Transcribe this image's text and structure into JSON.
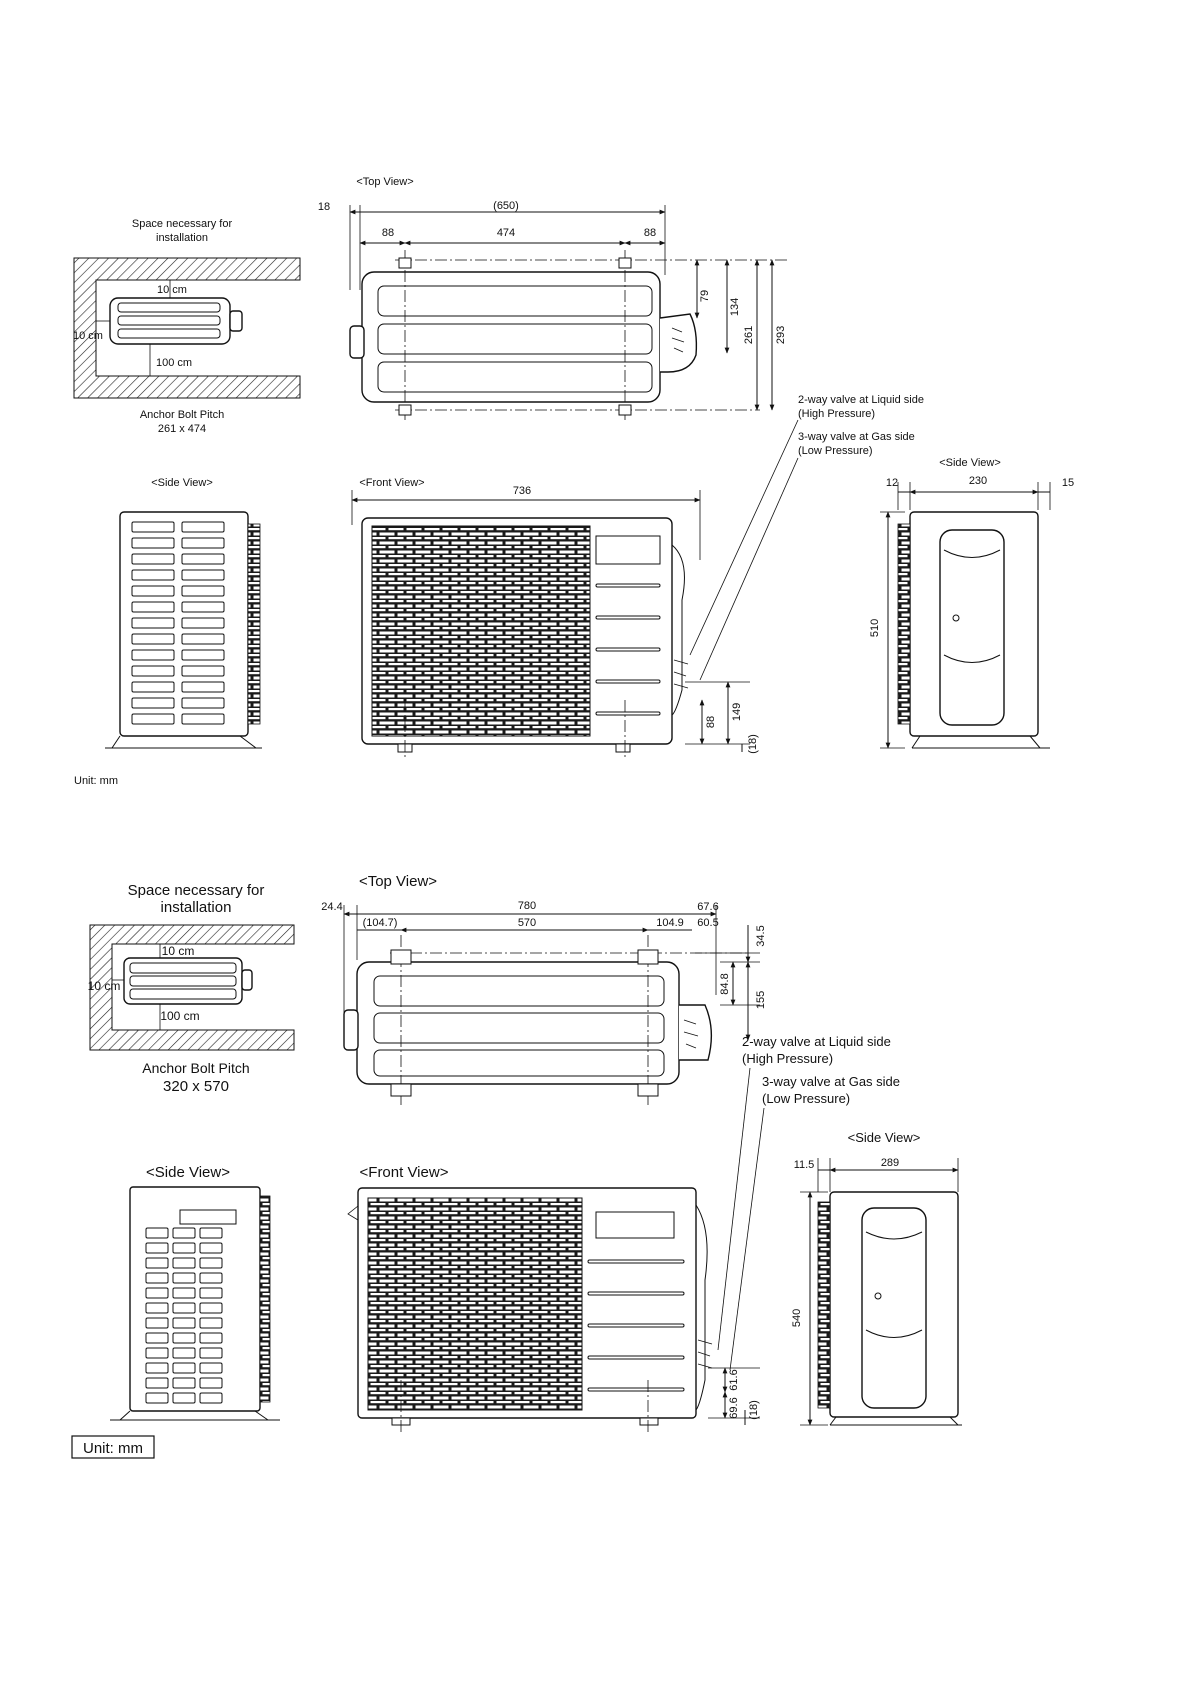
{
  "diagram1": {
    "install": {
      "title_line1": "Space necessary for",
      "title_line2": "installation",
      "top_clearance": "10 cm",
      "left_clearance": "10 cm",
      "rear_clearance": "100 cm",
      "anchor_title": "Anchor Bolt Pitch",
      "anchor_value": "261 x 474"
    },
    "top_view": {
      "title": "<Top View>",
      "offset_left": "18",
      "overall_width": "(650)",
      "left_margin": "88",
      "bolt_pitch": "474",
      "right_margin": "88",
      "dim_79": "79",
      "dim_134": "134",
      "dim_261": "261",
      "depth": "293"
    },
    "valves": {
      "liquid_line1": "2-way valve at Liquid side",
      "liquid_line2": "(High Pressure)",
      "gas_line1": "3-way valve at Gas side",
      "gas_line2": "(Low Pressure)"
    },
    "side_view_left": {
      "title": "<Side View>"
    },
    "front_view": {
      "title": "<Front View>",
      "width": "736",
      "dim_88": "88",
      "dim_149": "149",
      "dim_18": "(18)"
    },
    "side_view_right": {
      "title": "<Side View>",
      "dim_12": "12",
      "dim_230": "230",
      "dim_15": "15",
      "height": "510"
    },
    "unit": "Unit: mm"
  },
  "diagram2": {
    "install": {
      "title_line1": "Space necessary for",
      "title_line2": "installation",
      "top_clearance": "10 cm",
      "left_clearance": "10 cm",
      "rear_clearance": "100 cm",
      "anchor_title": "Anchor Bolt Pitch",
      "anchor_value": "320 x 570"
    },
    "top_view": {
      "title": "<Top View>",
      "offset_left": "24.4",
      "overall_width": "780",
      "left_margin": "(104.7)",
      "bolt_pitch": "570",
      "right_margin": "104.9",
      "dim_67_6": "67.6",
      "dim_60_5": "60.5",
      "dim_34_5": "34.5",
      "dim_84_8": "84.8",
      "dim_155": "155"
    },
    "valves": {
      "liquid_line1": "2-way valve at Liquid side",
      "liquid_line2": "(High Pressure)",
      "gas_line1": "3-way valve at Gas side",
      "gas_line2": "(Low Pressure)"
    },
    "side_view_left": {
      "title": "<Side View>"
    },
    "front_view": {
      "title": "<Front View>",
      "dim_61_6": "61.6",
      "dim_69_6": "69.6",
      "dim_18": "(18)"
    },
    "side_view_right": {
      "title": "<Side View>",
      "dim_11_5": "11.5",
      "dim_289": "289",
      "height": "540"
    },
    "unit": "Unit: mm"
  }
}
